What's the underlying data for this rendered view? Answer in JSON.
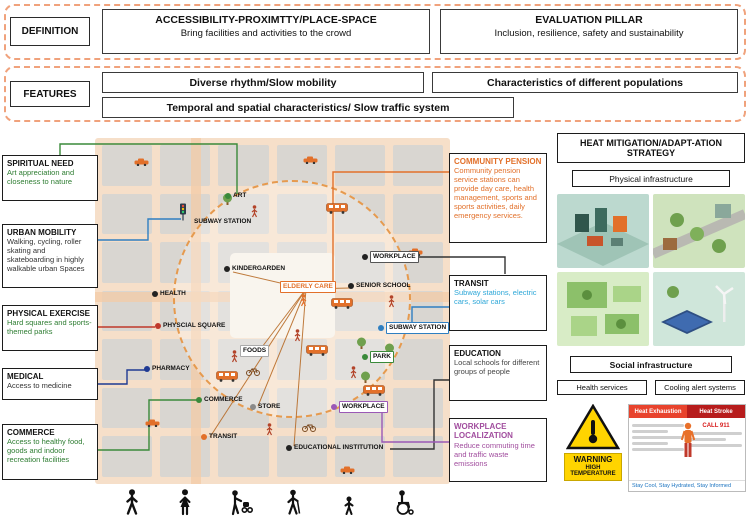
{
  "colors": {
    "accent_orange": "#e2702a",
    "dashed_border": "#f0a27c",
    "block_gray": "#d9d6d1",
    "street_peach": "#f6dfc9",
    "warning_yellow": "#ffd400"
  },
  "definition": {
    "label": "DEFINITION",
    "box1_title": "ACCESSIBILITY-PROXIMTTY/PLACE-SPACE",
    "box1_sub": "Bring facilities and activities to the crowd",
    "box2_title": "EVALUATION PILLAR",
    "box2_sub": "Inclusion, resilience, safety and sustainability"
  },
  "features": {
    "label": "FEATURES",
    "box1": "Diverse rhythm/Slow mobility",
    "box2": "Characteristics of different populations",
    "box3": "Temporal and spatial characteristics/ Slow traffic system"
  },
  "left_boxes": [
    {
      "title": "SPIRITUAL NEED",
      "desc": "Art appreciation and closeness to nature",
      "desc_color": "#2e7d32"
    },
    {
      "title": "URBAN MOBILITY",
      "desc": "Walking, cycling, roller skating and skateboarding in highly walkable urban Spaces",
      "desc_color": "#333333"
    },
    {
      "title": "PHYSICAL EXERCISE",
      "desc": "Hard squares and sports-themed parks",
      "desc_color": "#2e7d32"
    },
    {
      "title": "MEDICAL",
      "desc": "Access to medicine",
      "desc_color": "#333333"
    },
    {
      "title": "COMMERCE",
      "desc": "Access to healthy food, goods and indoor recreation facilities",
      "desc_color": "#2e7d32"
    }
  ],
  "right_boxes": [
    {
      "title": "COMMUNITY PENSION",
      "desc": "Community pension service stations can provide day care, health management, sports and sports activities, daily emergency services.",
      "title_color": "#e2702a",
      "desc_color": "#e2702a"
    },
    {
      "title": "TRANSIT",
      "desc": "Subway stations, electric cars, solar cars",
      "title_color": "#111111",
      "desc_color": "#2da7d8"
    },
    {
      "title": "EDUCATION",
      "desc": "Local schools for different groups of people",
      "title_color": "#111111",
      "desc_color": "#444444"
    },
    {
      "title": "WORKPLACE LOCALIZATION",
      "desc": "Reduce commuting time and traffic waste emissions",
      "title_color": "#a14d9e",
      "desc_color": "#a14d9e"
    }
  ],
  "map": {
    "labels": [
      {
        "text": "ART",
        "dot": "#3a8a3a",
        "color": "#111111"
      },
      {
        "text": "SUBWAY STATION",
        "color": "#111111"
      },
      {
        "text": "WORKPLACE",
        "dot": "#222222",
        "box": "#555555",
        "color": "#111111"
      },
      {
        "text": "KINDERGARDEN",
        "dot": "#222222",
        "color": "#111111"
      },
      {
        "text": "ELDERLY CARE",
        "box": "#e2702a",
        "color": "#e2702a"
      },
      {
        "text": "SENIOR SCHOOL",
        "dot": "#222222",
        "color": "#111111"
      },
      {
        "text": "HEALTH",
        "dot": "#222222",
        "color": "#111111"
      },
      {
        "text": "PHYSCIAL SQUARE",
        "dot": "#c0392b",
        "color": "#111111"
      },
      {
        "text": "SUBWAY STATION",
        "dot": "#2f7fc1",
        "box": "#2f7fc1",
        "color": "#111111"
      },
      {
        "text": "FOODS",
        "box": "#aaaaaa",
        "color": "#111111"
      },
      {
        "text": "PARK",
        "dot": "#3a8a3a",
        "box": "#3a8a3a",
        "color": "#111111"
      },
      {
        "text": "PHARMACY",
        "dot": "#1f3a93",
        "color": "#111111"
      },
      {
        "text": "COMMERCE",
        "dot": "#3a8a3a",
        "color": "#111111"
      },
      {
        "text": "STORE",
        "dot": "#8a8a8a",
        "color": "#111111"
      },
      {
        "text": "WORKPLACE",
        "dot": "#9b59b6",
        "box": "#9b59b6",
        "color": "#111111"
      },
      {
        "text": "TRANSIT",
        "dot": "#e2702a",
        "color": "#111111"
      },
      {
        "text": "EDUCATIONAL INSTITUTION",
        "dot": "#222222",
        "color": "#111111"
      }
    ]
  },
  "strategy": {
    "title": "HEAT MITIGATION/ADAPT-ATION STRATEGY",
    "physical_label": "Physical infrastructure",
    "social_label": "Social infrastructure",
    "chips": [
      "Health services",
      "Cooling alert systems"
    ],
    "warning": {
      "l1": "WARNING",
      "l2": "HIGH",
      "l3": "TEMPERATURE"
    },
    "heat_card": {
      "left_title": "Heat Exhaustion",
      "right_title": "Heat Stroke",
      "call": "CALL 911",
      "footer": "Stay Cool, Stay Hydrated, Stay Informed"
    }
  }
}
